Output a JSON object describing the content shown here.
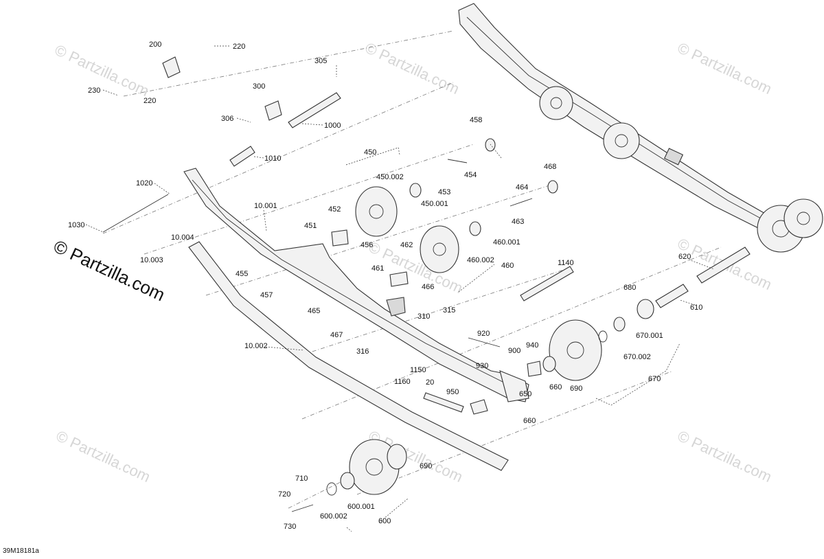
{
  "watermark": {
    "text": "© Partzilla.com",
    "main_text": "© Partzilla.com"
  },
  "drawing_code": "39M18181a",
  "callouts": {
    "c200": "200",
    "c220a": "220",
    "c220b": "220",
    "c230": "230",
    "c305": "305",
    "c300": "300",
    "c306": "306",
    "c1000": "1000",
    "c1010": "1010",
    "c1020": "1020",
    "c1030": "1030",
    "c450": "450",
    "c450_002": "450.002",
    "c452": "452",
    "c451": "451",
    "c456": "456",
    "c453": "453",
    "c450_001": "450.001",
    "c454": "454",
    "c458": "458",
    "c468": "468",
    "c464": "464",
    "c463": "463",
    "c460_001": "460.001",
    "c460_002": "460.002",
    "c460": "460",
    "c462": "462",
    "c461": "461",
    "c466": "466",
    "c10_001": "10.001",
    "c10_004": "10.004",
    "c10_003": "10.003",
    "c455": "455",
    "c457": "457",
    "c465": "465",
    "c467": "467",
    "c310": "310",
    "c315": "315",
    "c316": "316",
    "c10_002": "10.002",
    "c1140": "1140",
    "c620": "620",
    "c680": "680",
    "c610": "610",
    "c670_001": "670.001",
    "c670_002": "670.002",
    "c670": "670",
    "c920": "920",
    "c930": "930",
    "c900": "900",
    "c940": "940",
    "c650": "650",
    "c660a": "660",
    "c660b": "660",
    "c690a": "690",
    "c1150": "1150",
    "c1160": "1160",
    "c20": "20",
    "c950": "950",
    "c690b": "690",
    "c710": "710",
    "c720": "720",
    "c730": "730",
    "c600_001": "600.001",
    "c600_002": "600.002",
    "c600": "600"
  }
}
